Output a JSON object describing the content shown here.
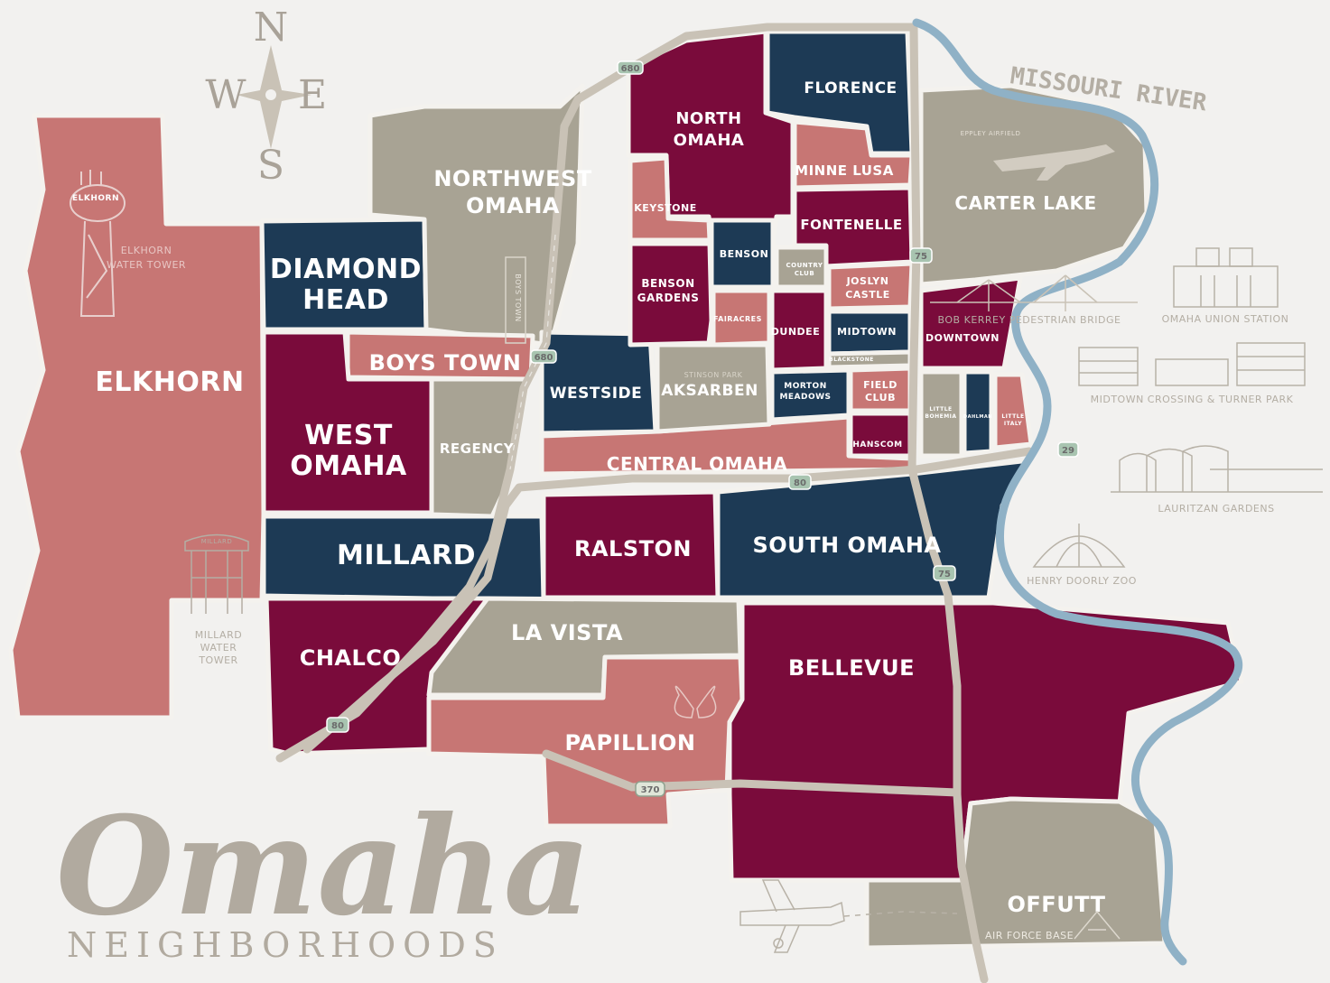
{
  "colors": {
    "background": "#f2f1ef",
    "maroon": "#7a0b3b",
    "navy": "#1d3a55",
    "rose": "#c77674",
    "taupe": "#a8a394",
    "road": "#c9c2b6",
    "river": "#8fb1c6",
    "poi_sketch": "#b4aea4"
  },
  "title": {
    "main": "Omaha",
    "subtitle": "NEIGHBORHOODS"
  },
  "compass": {
    "north": "N",
    "south": "S",
    "east": "E",
    "west": "W"
  },
  "river": {
    "name": "MISSOURI RIVER"
  },
  "neighborhoods": [
    {
      "name": "ELKHORN",
      "color": "rose"
    },
    {
      "name": "DIAMOND HEAD",
      "color": "navy"
    },
    {
      "name": "NORTHWEST OMAHA",
      "color": "taupe"
    },
    {
      "name": "BOYS TOWN",
      "color": "rose"
    },
    {
      "name": "WEST OMAHA",
      "color": "maroon"
    },
    {
      "name": "REGENCY",
      "color": "taupe"
    },
    {
      "name": "MILLARD",
      "color": "navy"
    },
    {
      "name": "CHALCO",
      "color": "maroon"
    },
    {
      "name": "LA VISTA",
      "color": "taupe"
    },
    {
      "name": "PAPILLION",
      "color": "rose"
    },
    {
      "name": "RALSTON",
      "color": "maroon"
    },
    {
      "name": "SOUTH OMAHA",
      "color": "navy"
    },
    {
      "name": "BELLEVUE",
      "color": "maroon"
    },
    {
      "name": "OFFUTT",
      "color": "taupe"
    },
    {
      "name": "CENTRAL OMAHA",
      "color": "rose"
    },
    {
      "name": "WESTSIDE",
      "color": "navy"
    },
    {
      "name": "AKSARBEN",
      "color": "taupe"
    },
    {
      "name": "NORTH OMAHA",
      "color": "maroon"
    },
    {
      "name": "FLORENCE",
      "color": "navy"
    },
    {
      "name": "MINNE LUSA",
      "color": "rose"
    },
    {
      "name": "FONTENELLE",
      "color": "maroon"
    },
    {
      "name": "KEYSTONE",
      "color": "rose"
    },
    {
      "name": "BENSON",
      "color": "navy"
    },
    {
      "name": "BENSON GARDENS",
      "color": "maroon"
    },
    {
      "name": "COUNTRY CLUB",
      "color": "taupe"
    },
    {
      "name": "JOSLYN CASTLE",
      "color": "rose"
    },
    {
      "name": "FAIRACRES",
      "color": "rose"
    },
    {
      "name": "DUNDEE",
      "color": "maroon"
    },
    {
      "name": "MIDTOWN",
      "color": "navy"
    },
    {
      "name": "BLACKSTONE",
      "color": "taupe"
    },
    {
      "name": "MORTON MEADOWS",
      "color": "navy"
    },
    {
      "name": "FIELD CLUB",
      "color": "rose"
    },
    {
      "name": "HANSCOM",
      "color": "maroon"
    },
    {
      "name": "DOWNTOWN",
      "color": "maroon"
    },
    {
      "name": "LITTLE BOHEMIA",
      "color": "taupe"
    },
    {
      "name": "DAHLMAN",
      "color": "navy"
    },
    {
      "name": "LITTLE ITALY",
      "color": "rose"
    },
    {
      "name": "CARTER LAKE",
      "color": "taupe"
    }
  ],
  "labels": {
    "elkhorn": "ELKHORN",
    "diamond_head_1": "DIAMOND",
    "diamond_head_2": "HEAD",
    "northwest_1": "NORTHWEST",
    "northwest_2": "OMAHA",
    "boys_town": "BOYS TOWN",
    "west_omaha_1": "WEST",
    "west_omaha_2": "OMAHA",
    "regency": "REGENCY",
    "millard": "MILLARD",
    "chalco": "CHALCO",
    "la_vista": "LA VISTA",
    "papillion": "PAPILLION",
    "ralston": "RALSTON",
    "south_omaha": "SOUTH OMAHA",
    "bellevue": "BELLEVUE",
    "offutt": "OFFUTT",
    "offutt_sub": "AIR FORCE BASE",
    "central_omaha": "CENTRAL OMAHA",
    "westside": "WESTSIDE",
    "aksarben": "AKSARBEN",
    "north_omaha_1": "NORTH",
    "north_omaha_2": "OMAHA",
    "florence": "FLORENCE",
    "minne_lusa": "MINNE LUSA",
    "fontenelle": "FONTENELLE",
    "keystone": "KEYSTONE",
    "benson": "BENSON",
    "benson_gardens_1": "BENSON",
    "benson_gardens_2": "GARDENS",
    "country_club_1": "COUNTRY",
    "country_club_2": "CLUB",
    "joslyn_1": "JOSLYN",
    "joslyn_2": "CASTLE",
    "fairacres": "FAIRACRES",
    "dundee": "DUNDEE",
    "midtown": "MIDTOWN",
    "blackstone": "BLACKSTONE",
    "morton_1": "MORTON",
    "morton_2": "MEADOWS",
    "field_club_1": "FIELD",
    "field_club_2": "CLUB",
    "hanscom": "HANSCOM",
    "downtown": "DOWNTOWN",
    "little_bohemia_1": "LITTLE",
    "little_bohemia_2": "BOHEMIA",
    "dahlman": "DAHLMAN",
    "little_italy_1": "LITTLE",
    "little_italy_2": "ITALY",
    "carter_lake": "CARTER LAKE",
    "stinson_park": "STINSON PARK",
    "boys_town_sign": "BOYS TOWN"
  },
  "landmarks": {
    "elkhorn_tower_1": "ELKHORN",
    "elkhorn_tower_2": "WATER TOWER",
    "elkhorn_tower_sign": "ELKHORN",
    "millard_tower_1": "MILLARD",
    "millard_tower_2": "WATER",
    "millard_tower_3": "TOWER",
    "millard_tower_sign": "MILLARD",
    "eppley": "EPPLEY AIRFIELD",
    "bridge": "BOB KERREY PEDESTRIAN BRIDGE",
    "union_station": "OMAHA UNION STATION",
    "midtown_crossing": "MIDTOWN  CROSSING & TURNER PARK",
    "lauritzen": "LAURITZAN GARDENS",
    "zoo": "HENRY DOORLY ZOO"
  },
  "highways": [
    {
      "id": "680-north",
      "label": "680"
    },
    {
      "id": "680-mid",
      "label": "680"
    },
    {
      "id": "80-central",
      "label": "80"
    },
    {
      "id": "80-south",
      "label": "80"
    },
    {
      "id": "75-north",
      "label": "75"
    },
    {
      "id": "75-south",
      "label": "75"
    },
    {
      "id": "370",
      "label": "370"
    },
    {
      "id": "29",
      "label": "29"
    }
  ]
}
